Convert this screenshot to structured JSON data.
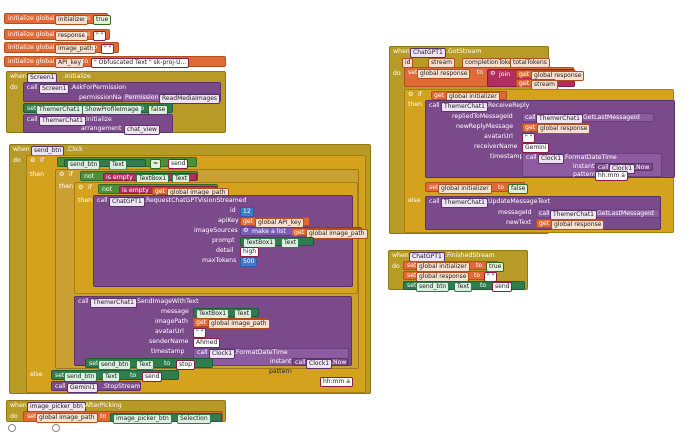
{
  "globals": {
    "g1": {
      "kw": "initialize global",
      "name": "initializer",
      "to": "to",
      "value": "true"
    },
    "g2": {
      "kw": "initialize global",
      "name": "response",
      "to": "to",
      "value": "\" \""
    },
    "g3": {
      "kw": "initialize global",
      "name": "image_path",
      "to": "to",
      "value": "\" \""
    },
    "g4": {
      "kw": "initialize global",
      "name": "API_key",
      "to": "to",
      "value": "\" Obfuscated Text \" sk-proj-U..."
    }
  },
  "screen_init": {
    "when": "when",
    "comp": "Screen1",
    "event": ".Initialize",
    "do": "do",
    "call1": "call",
    "call1_comp": "Screen1",
    "call1_method": ".AskForPermission",
    "perm_label": "permissionName",
    "perm_kw": "Permission",
    "perm_val": "ReadMediaImages",
    "set1": "set",
    "set1_comp": "ThemerChat1",
    "set1_prop": "ShowProfileImage",
    "set1_to": "to",
    "set1_val": "false",
    "call2": "call",
    "call2_comp": "ThemerChat1",
    "call2_method": ".Initialize",
    "arr_label": "arrangement",
    "arr_val": "chat_view"
  },
  "send_click": {
    "when": "when",
    "comp": "send_btn",
    "event": ".Click",
    "do": "do",
    "if": "if",
    "then": "then",
    "else": "else",
    "cmp_comp": "send_btn",
    "cmp_prop": "Text",
    "cmp_op": "=",
    "cmp_val": "send",
    "not": "not",
    "is_empty": "is empty",
    "tb_comp": "TextBox1",
    "tb_prop": "Text",
    "get": "get",
    "get_img": "global image_path",
    "vis": {
      "call": "call",
      "comp": "ChatGPT1",
      "method": ".RequestChatGPTVisionStreamed",
      "l_id": "id",
      "v_id": "12",
      "l_api": "apiKey",
      "v_api": "global API_key",
      "l_src": "imageSources",
      "v_src": "make a list",
      "v_src_item": "global image_path",
      "l_prompt": "prompt",
      "v_prompt_comp": "TextBox1",
      "v_prompt_prop": "Text",
      "l_detail": "detail",
      "v_detail": "high",
      "l_max": "maxTokens",
      "v_max": "500"
    },
    "msg": {
      "call": "call",
      "comp": "ThemerChat1",
      "method": ".SendImageWithText",
      "l_message": "message",
      "v_message_comp": "TextBox1",
      "v_message_prop": "Text",
      "l_imagepath": "imagePath",
      "v_imagepath": "global image_path",
      "l_avatar": "avatarUrl",
      "v_avatar": "\" \"",
      "l_sender": "senderName",
      "v_sender": "Ahmed",
      "l_ts": "timestamp",
      "ts_call": "call",
      "ts_comp": "Clock1",
      "ts_method": ".FormatDateTime",
      "l_instant": "instant",
      "instant_call": "call",
      "instant_comp": "Clock1",
      "instant_method": ".Now",
      "l_pattern": "pattern",
      "v_pattern": "hh:mm a"
    },
    "set_stop": {
      "set": "set",
      "comp": "send_btn",
      "prop": "Text",
      "to": "to",
      "val": "stop"
    },
    "set_send": {
      "set": "set",
      "comp": "send_btn",
      "prop": "Text",
      "to": "to",
      "val": "send"
    },
    "stop_call": {
      "call": "call",
      "comp": "Gemini1",
      "method": ".StopStream"
    }
  },
  "picker": {
    "when": "when",
    "comp": "image_picker_btn",
    "event": ".AfterPicking",
    "do": "do",
    "set": "set",
    "var": "global image_path",
    "to": "to",
    "src_comp": "image_picker_btn",
    "src_prop": "Selection"
  },
  "got_stream": {
    "when": "when",
    "comp": "ChatGPT1",
    "event": ".GotStream",
    "do": "do",
    "p1": "id",
    "p2": "stream",
    "p3": "completionTokens",
    "p4": "totalTokens",
    "set": "set",
    "var": "global response",
    "to": "to",
    "join": "join",
    "get": "get",
    "j1": "global response",
    "j2": "stream",
    "if": "if",
    "then": "then",
    "else": "else",
    "cond": "global initializer",
    "rr": {
      "call": "call",
      "comp": "ThemerChat1",
      "method": ".ReceiveReply",
      "l_reply": "repliedToMessageId",
      "v_reply_comp": "ThemerChat1",
      "v_reply_method": ".GetLastMessageId",
      "l_new": "newReplyMessage",
      "v_new": "global response",
      "l_avatar": "avatarUrl",
      "v_avatar": "\" \"",
      "l_recv": "receiverName",
      "v_recv": "Gemini",
      "l_ts": "timestamp",
      "ts_comp": "Clock1",
      "ts_method": ".FormatDateTime",
      "l_instant": "instant",
      "instant_comp": "Clock1",
      "instant_method": ".Now",
      "l_pattern": "pattern",
      "v_pattern": "hh:mm a"
    },
    "set_init": {
      "set": "set",
      "var": "global initializer",
      "to": "to",
      "val": "false"
    },
    "upd": {
      "call": "call",
      "comp": "ThemerChat1",
      "method": ".UpdateMessageText",
      "l_mid": "messageId",
      "v_mid_comp": "ThemerChat1",
      "v_mid_method": ".GetLastMessageId",
      "l_text": "newText",
      "v_text": "global response"
    }
  },
  "finished": {
    "when": "when",
    "comp": "ChatGPT1",
    "event": ".FinishedStream",
    "do": "do",
    "s1_var": "global initializer",
    "s1_val": "true",
    "s2_var": "global response",
    "s2_val": "\" \"",
    "s3_comp": "send_btn",
    "s3_prop": "Text",
    "s3_val": "send",
    "set": "set",
    "to": "to"
  }
}
